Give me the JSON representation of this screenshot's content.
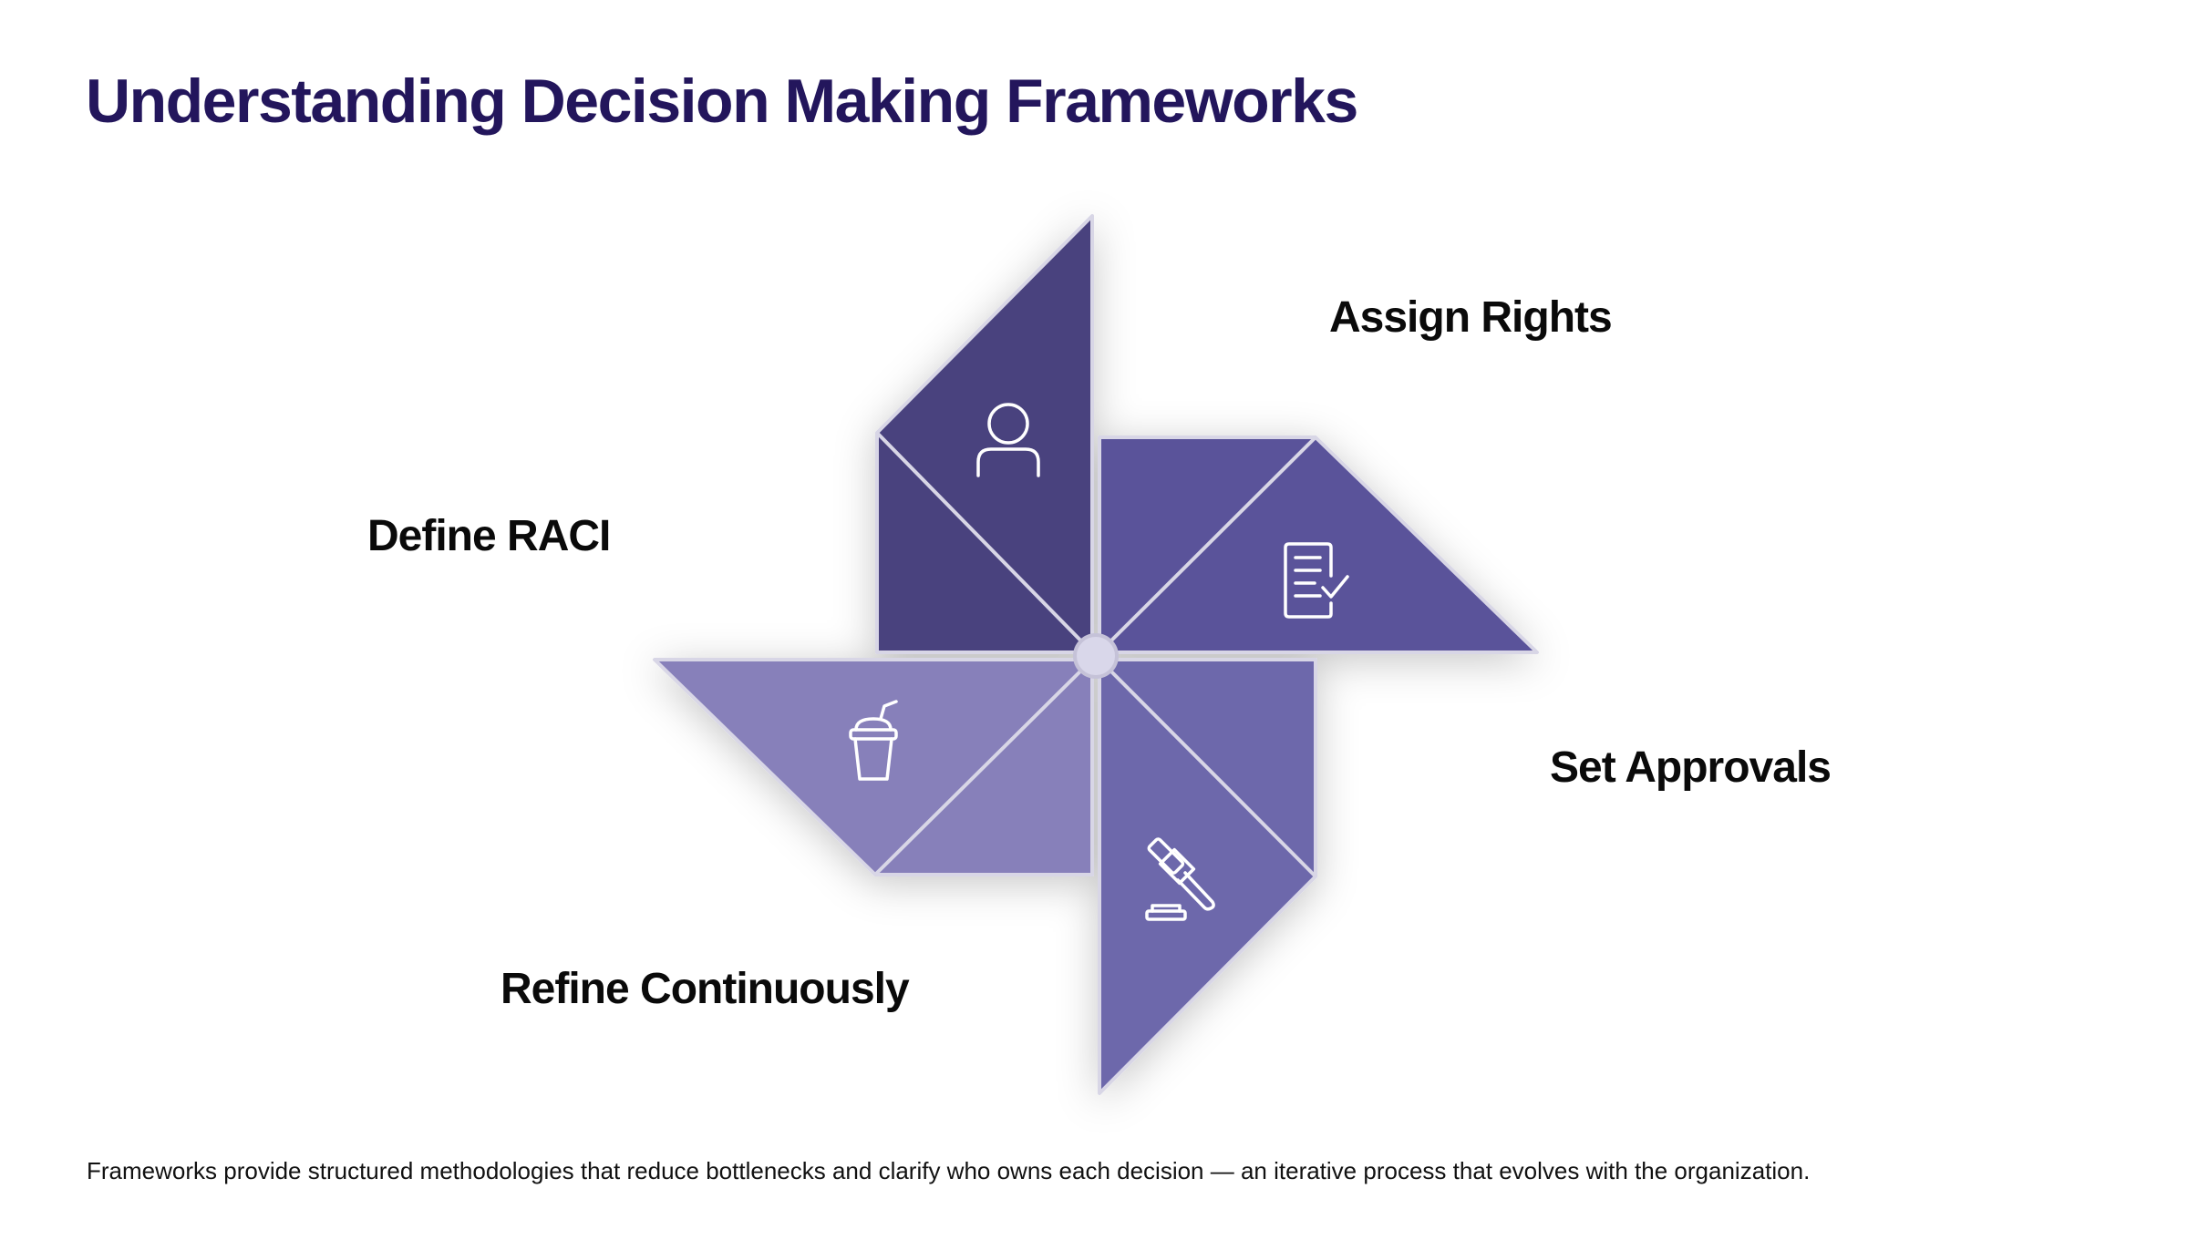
{
  "title": "Understanding Decision Making Frameworks",
  "steps": [
    {
      "label": "Define RACI",
      "icon": "person-icon",
      "color": "#4a437e"
    },
    {
      "label": "Assign Rights",
      "icon": "checklist-document-icon",
      "color": "#5a529a"
    },
    {
      "label": "Set Approvals",
      "icon": "gavel-icon",
      "color": "#6d68ab"
    },
    {
      "label": "Refine Continuously",
      "icon": "cup-icon",
      "color": "#8780ba"
    }
  ],
  "footer": "Frameworks provide structured methodologies that reduce bottlenecks and clarify who owns each decision — an iterative process that evolves with the organization."
}
